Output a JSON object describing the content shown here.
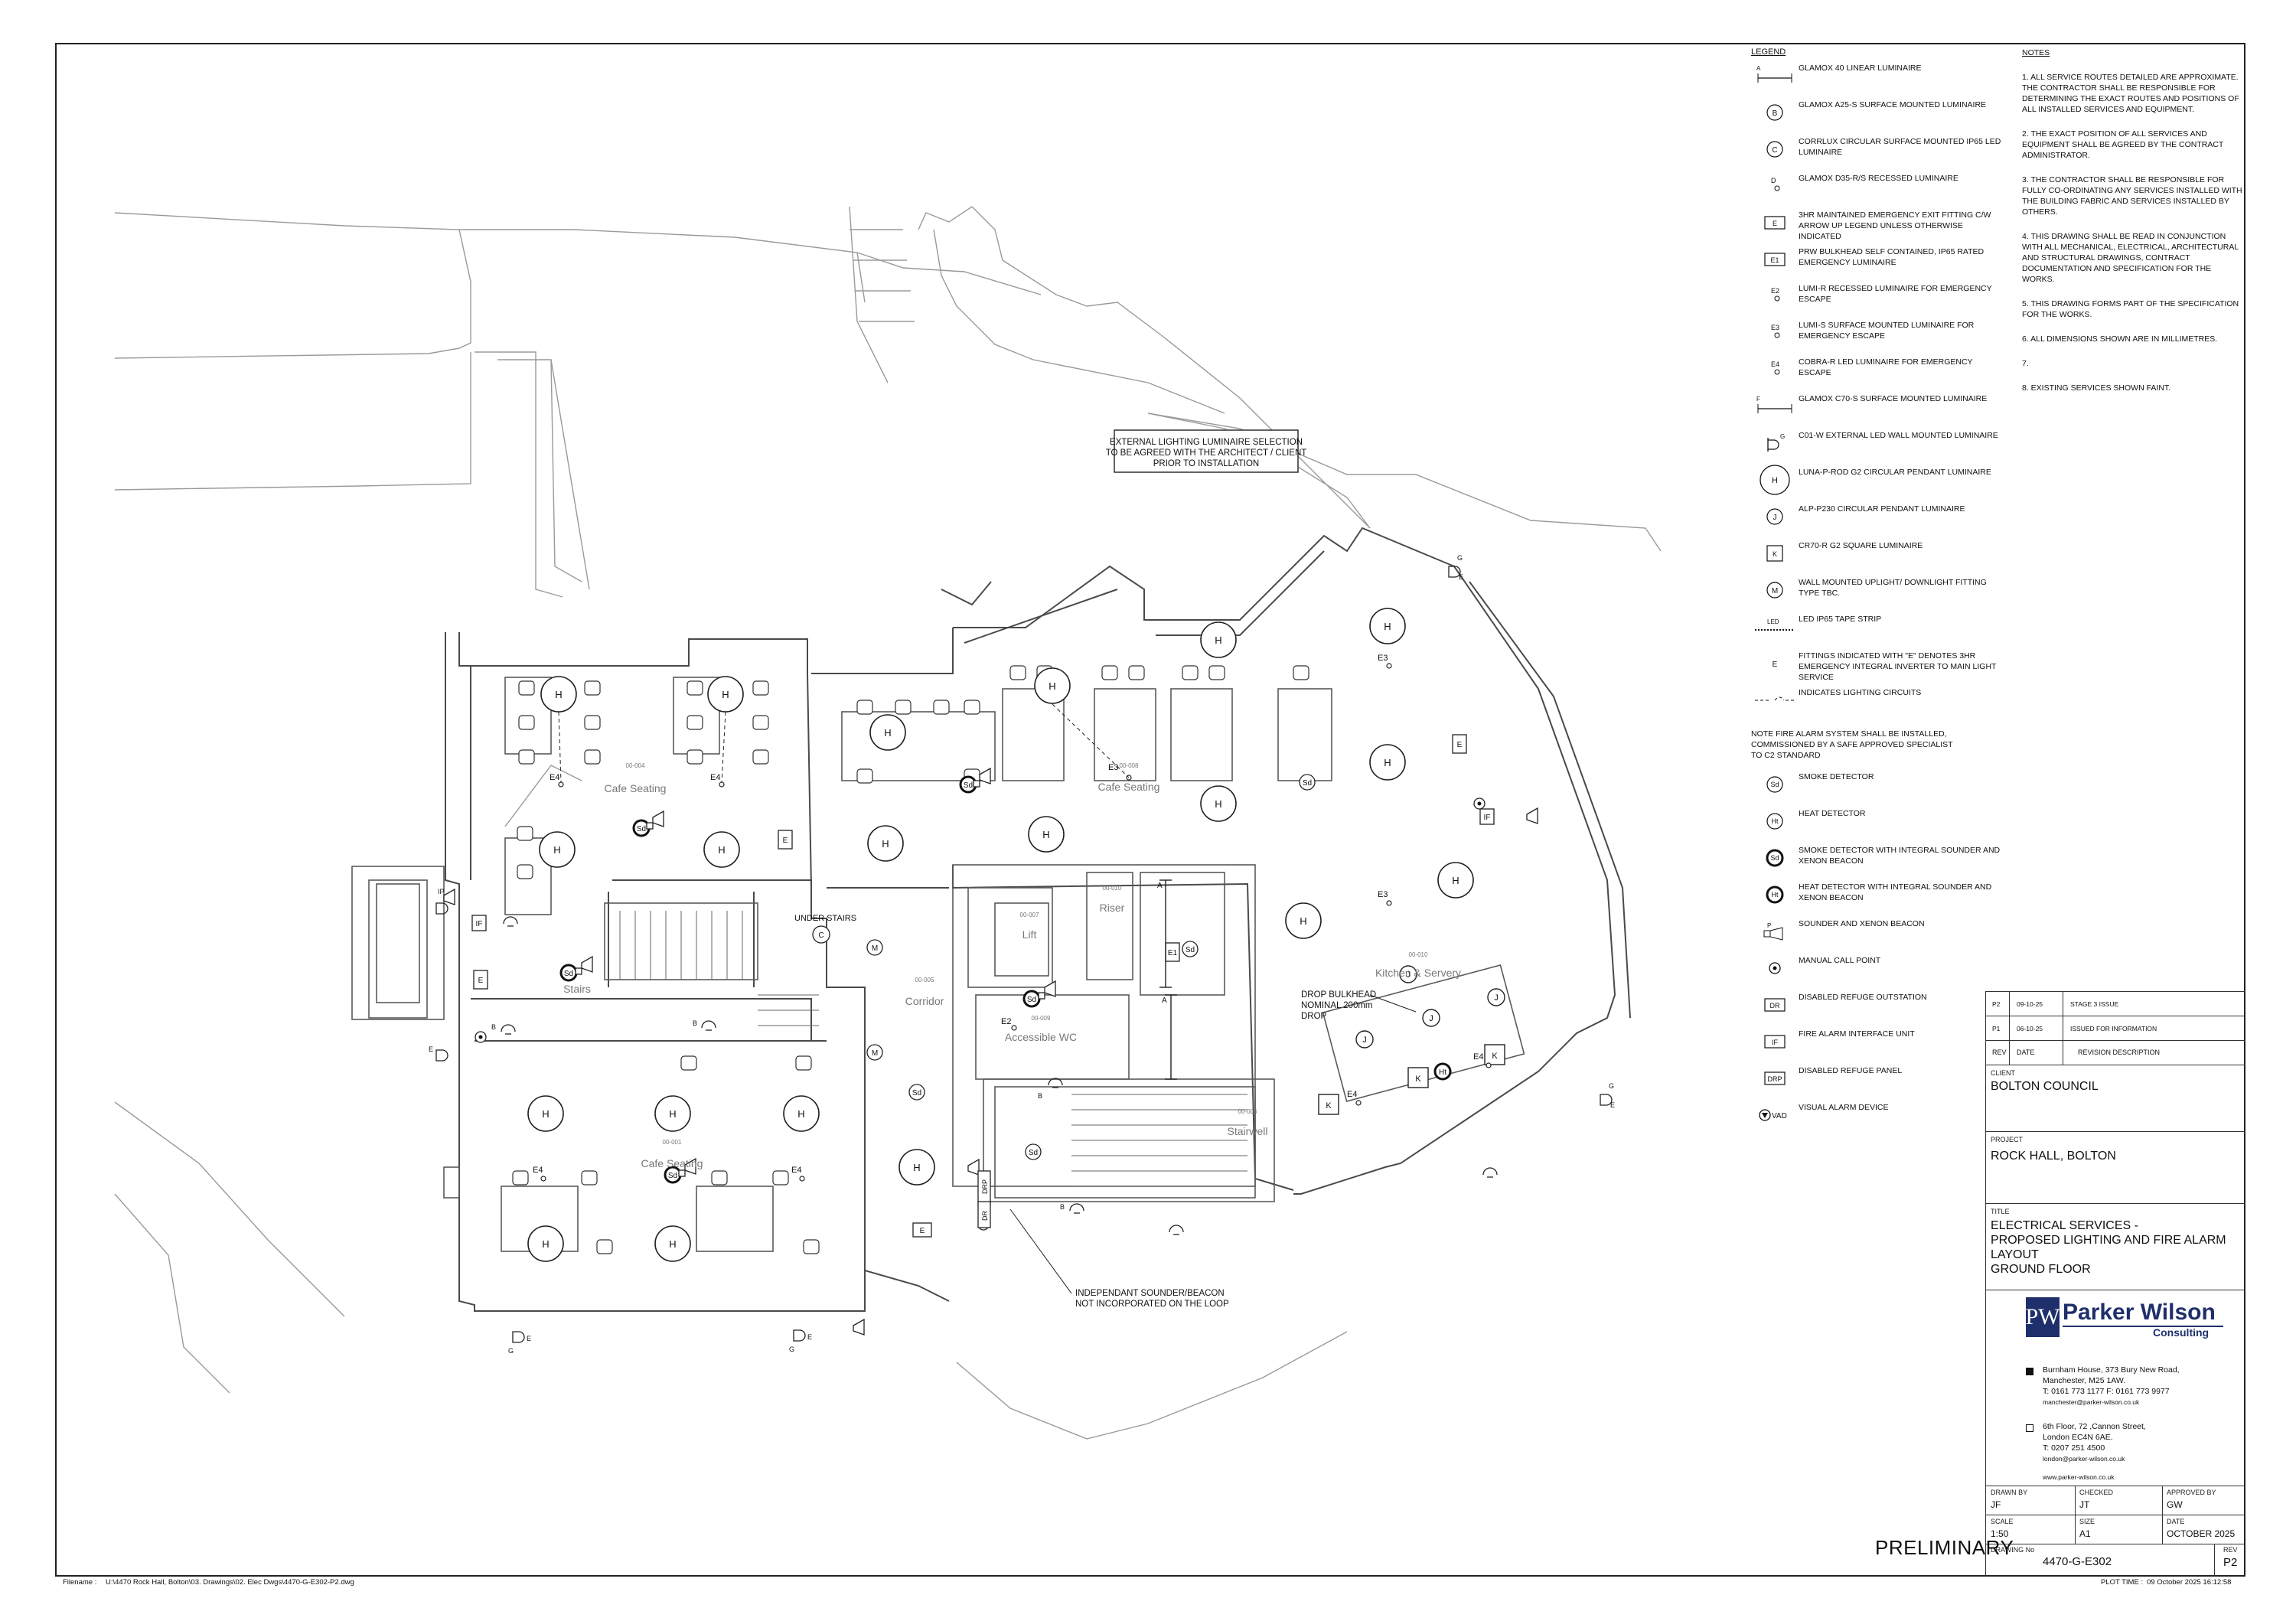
{
  "legend": {
    "title": "LEGEND",
    "items": [
      {
        "symbol": "A",
        "icon": "linear-luminaire-icon",
        "text": "GLAMOX 40 LINEAR LUMINAIRE"
      },
      {
        "symbol": "B",
        "icon": "circle-letter-icon",
        "text": "GLAMOX A25-S SURFACE MOUNTED LUMINAIRE"
      },
      {
        "symbol": "C",
        "icon": "circle-letter-icon",
        "text": "CORRLUX CIRCULAR SURFACE MOUNTED IP65 LED LUMINAIRE"
      },
      {
        "symbol": "D",
        "icon": "small-circle-letter-icon",
        "text": "GLAMOX D35-R/S RECESSED LUMINAIRE"
      },
      {
        "symbol": "E",
        "icon": "box-letter-icon",
        "text": "3HR MAINTAINED EMERGENCY EXIT FITTING c/w ARROW UP LEGEND UNLESS OTHERWISE INDICATED"
      },
      {
        "symbol": "E1",
        "icon": "box-letter-icon",
        "text": "PRW BULKHEAD SELF CONTAINED, IP65 RATED EMERGENCY LUMINAIRE"
      },
      {
        "symbol": "E2",
        "icon": "small-circle-letter-icon",
        "text": "LUMI-R RECESSED LUMINAIRE FOR EMERGENCY ESCAPE"
      },
      {
        "symbol": "E3",
        "icon": "small-circle-letter-icon",
        "text": "LUMI-S SURFACE MOUNTED LUMINAIRE FOR EMERGENCY ESCAPE"
      },
      {
        "symbol": "E4",
        "icon": "small-circle-letter-icon",
        "text": "COBRA-R LED LUMINAIRE FOR EMERGENCY ESCAPE"
      },
      {
        "symbol": "F",
        "icon": "linear-luminaire-icon",
        "text": "GLAMOX C70-S SURFACE MOUNTED LUMINAIRE"
      },
      {
        "symbol": "G",
        "icon": "wall-light-icon",
        "text": "C01-W EXTERNAL LED WALL MOUNTED LUMINAIRE"
      },
      {
        "symbol": "H",
        "icon": "large-circle-letter-icon",
        "text": "LUNA-P-ROD G2 CIRCULAR PENDANT LUMINAIRE"
      },
      {
        "symbol": "J",
        "icon": "circle-letter-icon",
        "text": "ALP-P230 CIRCULAR PENDANT LUMINAIRE"
      },
      {
        "symbol": "K",
        "icon": "square-letter-icon",
        "text": "CR70-R G2 SQUARE LUMINAIRE"
      },
      {
        "symbol": "M",
        "icon": "circle-letter-icon",
        "text": "WALL MOUNTED UPLIGHT/ DOWNLIGHT FITTING TYPE TBC."
      },
      {
        "symbol": "LED",
        "icon": "tape-strip-icon",
        "text": "LED IP65 TAPE STRIP"
      },
      {
        "symbol": "E",
        "icon": "plain-letter-icon",
        "text": "FITTINGS INDICATED WITH \"E\" DENOTES 3HR EMERGENCY INTEGRAL INVERTER TO MAIN LIGHT SERVICE"
      },
      {
        "symbol": "",
        "icon": "circuit-line-icon",
        "text": "INDICATES LIGHTING CIRCUITS"
      }
    ],
    "note": "NOTE FIRE ALARM SYSTEM SHALL BE INSTALLED, COMMISSIONED BY A SAFE APPROVED SPECIALIST TO C2 STANDARD",
    "fire_items": [
      {
        "symbol": "Sd",
        "icon": "smoke-detector-icon",
        "text": "SMOKE DETECTOR"
      },
      {
        "symbol": "Ht",
        "icon": "heat-detector-icon",
        "text": "HEAT DETECTOR"
      },
      {
        "symbol": "Sd",
        "icon": "smoke-detector-beacon-icon",
        "text": "SMOKE DETECTOR WITH INTEGRAL SOUNDER AND XENON BEACON"
      },
      {
        "symbol": "Ht",
        "icon": "heat-detector-beacon-icon",
        "text": "HEAT DETECTOR WITH INTEGRAL SOUNDER AND XENON BEACON"
      },
      {
        "symbol": "P",
        "icon": "sounder-beacon-icon",
        "text": "SOUNDER AND XENON BEACON"
      },
      {
        "symbol": "",
        "icon": "manual-call-point-icon",
        "text": "MANUAL CALL POINT"
      },
      {
        "symbol": "DR",
        "icon": "box-letter-icon",
        "text": "DISABLED REFUGE OUTSTATION"
      },
      {
        "symbol": "IF",
        "icon": "box-letter-icon",
        "text": "FIRE ALARM INTERFACE UNIT"
      },
      {
        "symbol": "DRP",
        "icon": "box-letter-icon",
        "text": "DISABLED REFUGE PANEL"
      },
      {
        "symbol": "VAD",
        "icon": "visual-alarm-icon",
        "text": "VISUAL ALARM DEVICE"
      }
    ]
  },
  "notes": {
    "title": "NOTES",
    "items": [
      "1. ALL SERVICE ROUTES DETAILED ARE APPROXIMATE. THE CONTRACTOR SHALL BE RESPONSIBLE FOR DETERMINING THE EXACT ROUTES AND POSITIONS OF ALL INSTALLED SERVICES AND EQUIPMENT.",
      "2. THE EXACT POSITION OF ALL SERVICES AND EQUIPMENT SHALL BE AGREED BY THE CONTRACT ADMINISTRATOR.",
      "3. THE CONTRACTOR SHALL BE RESPONSIBLE FOR FULLY CO-ORDINATING ANY SERVICES INSTALLED WITH THE BUILDING FABRIC AND SERVICES INSTALLED BY OTHERS.",
      "4. THIS DRAWING SHALL BE READ IN CONJUNCTION WITH ALL MECHANICAL, ELECTRICAL, ARCHITECTURAL AND STRUCTURAL DRAWINGS, CONTRACT DOCUMENTATION AND SPECIFICATION FOR THE WORKS.",
      "5. THIS DRAWING FORMS PART OF THE SPECIFICATION FOR THE WORKS.",
      "6. ALL DIMENSIONS SHOWN ARE IN MILLIMETRES.",
      "7.",
      "8. EXISTING SERVICES SHOWN FAINT."
    ]
  },
  "plan": {
    "external_note": [
      "EXTERNAL LIGHTING LUMINAIRE SELECTION",
      "TO BE AGREED WITH THE ARCHITECT / CLIENT",
      "PRIOR TO INSTALLATION"
    ],
    "drop_note": [
      "DROP BULKHEAD",
      "NOMINAL 200mm",
      "DROP"
    ],
    "sounder_note": [
      "INDEPENDANT SOUNDER/BEACON",
      "NOT INCORPORATED ON THE LOOP"
    ],
    "under_stairs": "UNDER STAIRS",
    "rooms": [
      {
        "code": "00-004",
        "name": "Cafe Seating"
      },
      {
        "code": "00-008",
        "name": "Cafe Seating"
      },
      {
        "code": "00-001",
        "name": "Cafe Seating"
      },
      {
        "code": "00-007",
        "name": "Lift"
      },
      {
        "code": "00-010",
        "name": "Riser"
      },
      {
        "code": "00-010",
        "name": "Kitchen & Servery"
      },
      {
        "code": "00-005",
        "name": "Corridor"
      },
      {
        "code": "00-009",
        "name": "Accessible WC"
      },
      {
        "code": "00-006",
        "name": "Stairwell"
      },
      {
        "code": "",
        "name": "Stairs"
      }
    ],
    "tags": {
      "H": "H",
      "J": "J",
      "K": "K",
      "M": "M",
      "E": "E",
      "E1": "E1",
      "E2": "E2",
      "E3": "E3",
      "E4": "E4",
      "B": "B",
      "C": "C",
      "G": "G",
      "IF": "IF",
      "IP": "IP",
      "Sd": "Sd",
      "Ht": "Ht",
      "A": "A",
      "DRP": "DRP",
      "DR": "DR"
    }
  },
  "titleblock": {
    "revisions": [
      {
        "rev": "P2",
        "date": "09-10-25",
        "desc": "STAGE 3 ISSUE"
      },
      {
        "rev": "P1",
        "date": "06-10-25",
        "desc": "ISSUED FOR INFORMATION"
      }
    ],
    "rev_headers": {
      "rev": "REV",
      "date": "DATE",
      "desc": "REVISION DESCRIPTION"
    },
    "client_label": "CLIENT",
    "client": "BOLTON COUNCIL",
    "project_label": "PROJECT",
    "project": "ROCK HALL, BOLTON",
    "title_label": "TITLE",
    "title_lines": [
      "ELECTRICAL SERVICES -",
      "PROPOSED LIGHTING AND FIRE ALARM",
      "LAYOUT",
      "GROUND FLOOR"
    ],
    "logo_mark": "PW",
    "company": "Parker Wilson",
    "company_sub": "Consulting",
    "office1": [
      "Burnham House, 373 Bury New Road,",
      "Manchester, M25 1AW.",
      "T: 0161 773 1177 F: 0161 773 9977"
    ],
    "office1_email": "manchester@parker-wilson.co.uk",
    "office2": [
      "6th Floor, 72 ,Cannon Street,",
      "London EC4N 6AE.",
      "T: 0207 251 4500"
    ],
    "office2_email": "london@parker-wilson.co.uk",
    "website": "www.parker-wilson.co.uk",
    "drawn_by_label": "DRAWN BY",
    "drawn_by": "JF",
    "checked_label": "CHECKED",
    "checked": "JT",
    "approved_label": "APPROVED BY",
    "approved": "GW",
    "scale_label": "SCALE",
    "scale": "1:50",
    "size_label": "SIZE",
    "size": "A1",
    "date_label": "DATE",
    "date": "OCTOBER 2025",
    "drawing_no_label": "DRAWING No",
    "drawing_no": "4470-G-E302",
    "rev_label": "REV",
    "rev": "P2"
  },
  "status": "PRELIMINARY",
  "footer": {
    "filename_label": "Filename :",
    "filename": "U:\\4470 Rock Hall, Bolton\\03. Drawings\\02. Elec Dwgs\\4470-G-E302-P2.dwg",
    "plot_label": "PLOT TIME :",
    "plot_time": "09 October 2025 16:12:58"
  }
}
